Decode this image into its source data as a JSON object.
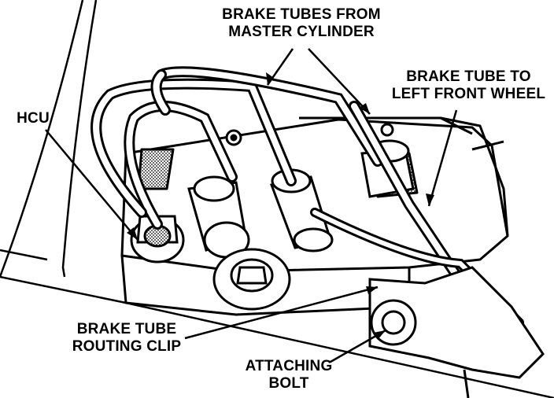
{
  "labels": {
    "brake_tubes_master": {
      "line1": "BRAKE TUBES FROM",
      "line2": "MASTER CYLINDER"
    },
    "brake_tube_left_front": {
      "line1": "BRAKE TUBE TO",
      "line2": "LEFT FRONT WHEEL"
    },
    "hcu": {
      "line1": "HCU"
    },
    "brake_tube_routing_clip": {
      "line1": "BRAKE TUBE",
      "line2": "ROUTING CLIP"
    },
    "attaching_bolt": {
      "line1": "ATTACHING",
      "line2": "BOLT"
    }
  },
  "colors": {
    "ink": "#000000",
    "paper": "#ffffff",
    "hatch": "#8a8a8a"
  }
}
